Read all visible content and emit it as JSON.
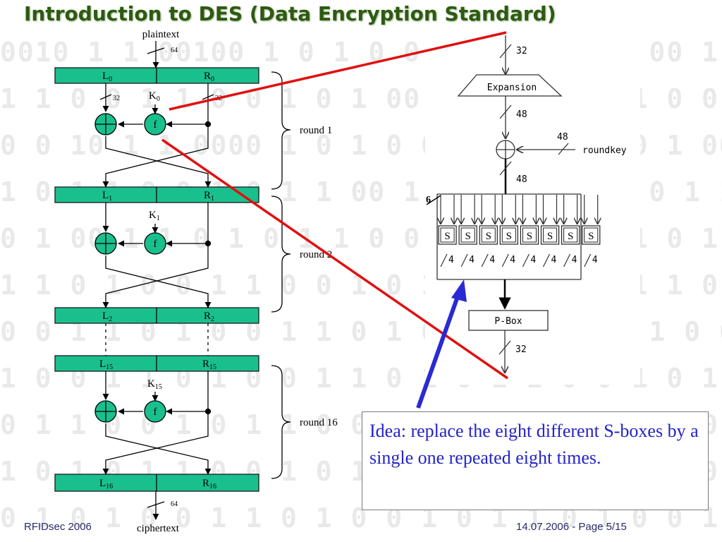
{
  "slide": {
    "title": "Introduction to DES (Data Encryption Standard)",
    "footer_left": "RFIDsec 2006",
    "footer_right": "14.07.2006 - Page 5/15",
    "note": "Idea: replace the eight different S-boxes by a single one repeated eight times."
  },
  "feistel": {
    "input_label": "plaintext",
    "output_label": "ciphertext",
    "block_bits": "64",
    "half_bits": "32",
    "func_label": "f",
    "blocks": [
      {
        "L": "L",
        "L_sub": "0",
        "R": "R",
        "R_sub": "0"
      },
      {
        "L": "L",
        "L_sub": "1",
        "R": "R",
        "R_sub": "1"
      },
      {
        "L": "L",
        "L_sub": "2",
        "R": "R",
        "R_sub": "2"
      },
      {
        "L": "L",
        "L_sub": "15",
        "R": "R",
        "R_sub": "15"
      },
      {
        "L": "L",
        "L_sub": "16",
        "R": "R",
        "R_sub": "16"
      }
    ],
    "round_keys": [
      {
        "K": "K",
        "sub": "0"
      },
      {
        "K": "K",
        "sub": "1"
      },
      {
        "K": "K",
        "sub": "15"
      }
    ],
    "rounds": [
      "round 1",
      "round 2",
      "round 16"
    ]
  },
  "f_function": {
    "input_bits": "32",
    "expansion_label": "Expansion",
    "expanded_bits": "48",
    "key_bits": "48",
    "key_label": "roundkey",
    "xor_bits": "48",
    "sbox_in_bits": "6",
    "sbox_label": "S",
    "sbox_count": 8,
    "sbox_out_bits": "4",
    "pbox_label": "P-Box",
    "output_bits": "32"
  },
  "colors": {
    "block_fill": "#19c08e",
    "title": "#2e5a12",
    "note_text": "#2323c8",
    "red_line": "#e01010",
    "blue_arrow": "#2a2ad4"
  }
}
